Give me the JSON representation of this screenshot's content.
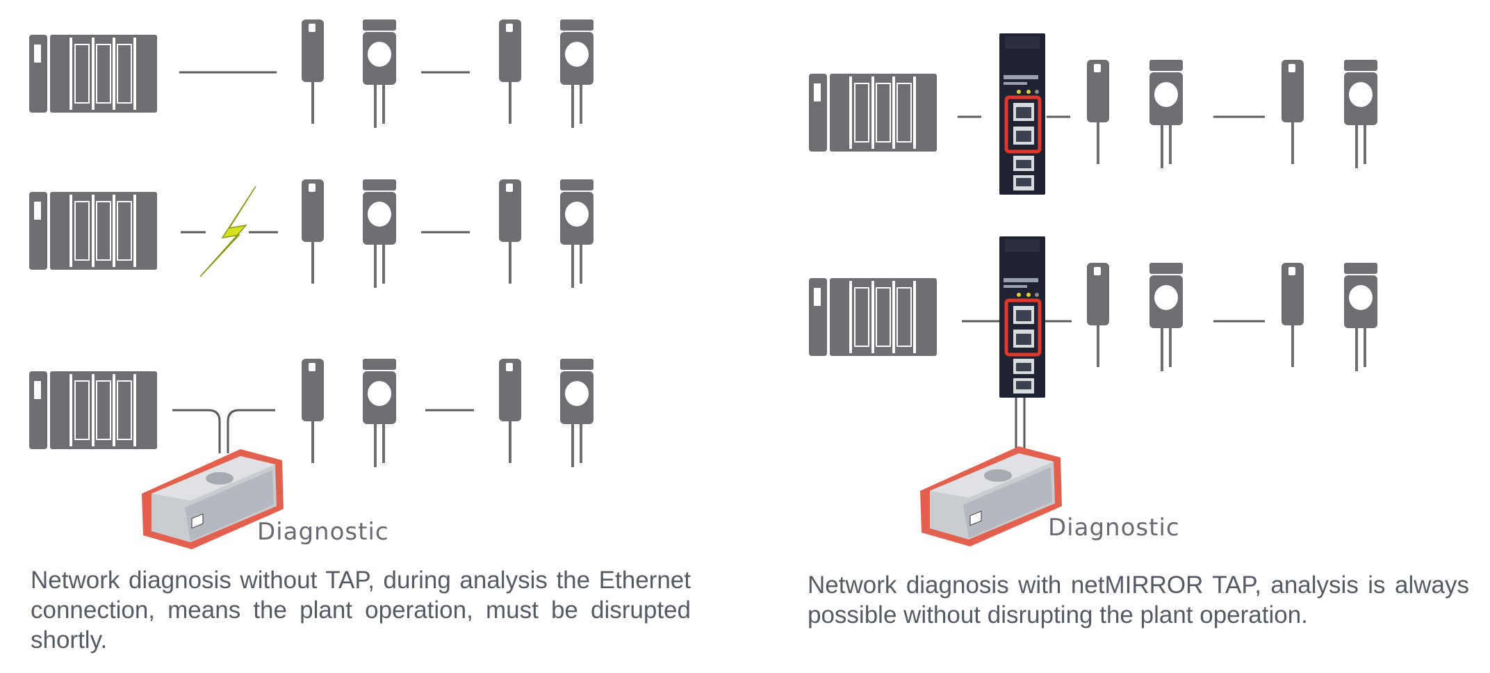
{
  "left_panel": {
    "diagnostic_label": "Diagnostic",
    "caption": "Network diagnosis without TAP, during analysis the Ethernet connection, means the plant operation, must be disrupted shortly."
  },
  "right_panel": {
    "diagnostic_label": "Diagnostic",
    "caption": "Network diagnosis with netMIRROR TAP, analysis is always possible without disrupting the plant operation."
  },
  "colors": {
    "device_gray": "#6d6e71",
    "line": "#58595b",
    "lightning": "#d6e21f",
    "tap_body": "#1f2230",
    "tap_highlight": "#e0392b",
    "diag_frame": "#e2604d",
    "diag_body": "#c9ccd0"
  },
  "icons": {
    "plc": "plc-rack-icon",
    "sensor": "sensor-icon",
    "actuator": "actuator-icon",
    "lightning": "lightning-icon",
    "tap": "netmirror-tap-icon",
    "diagnostic": "diagnostic-device-icon"
  }
}
